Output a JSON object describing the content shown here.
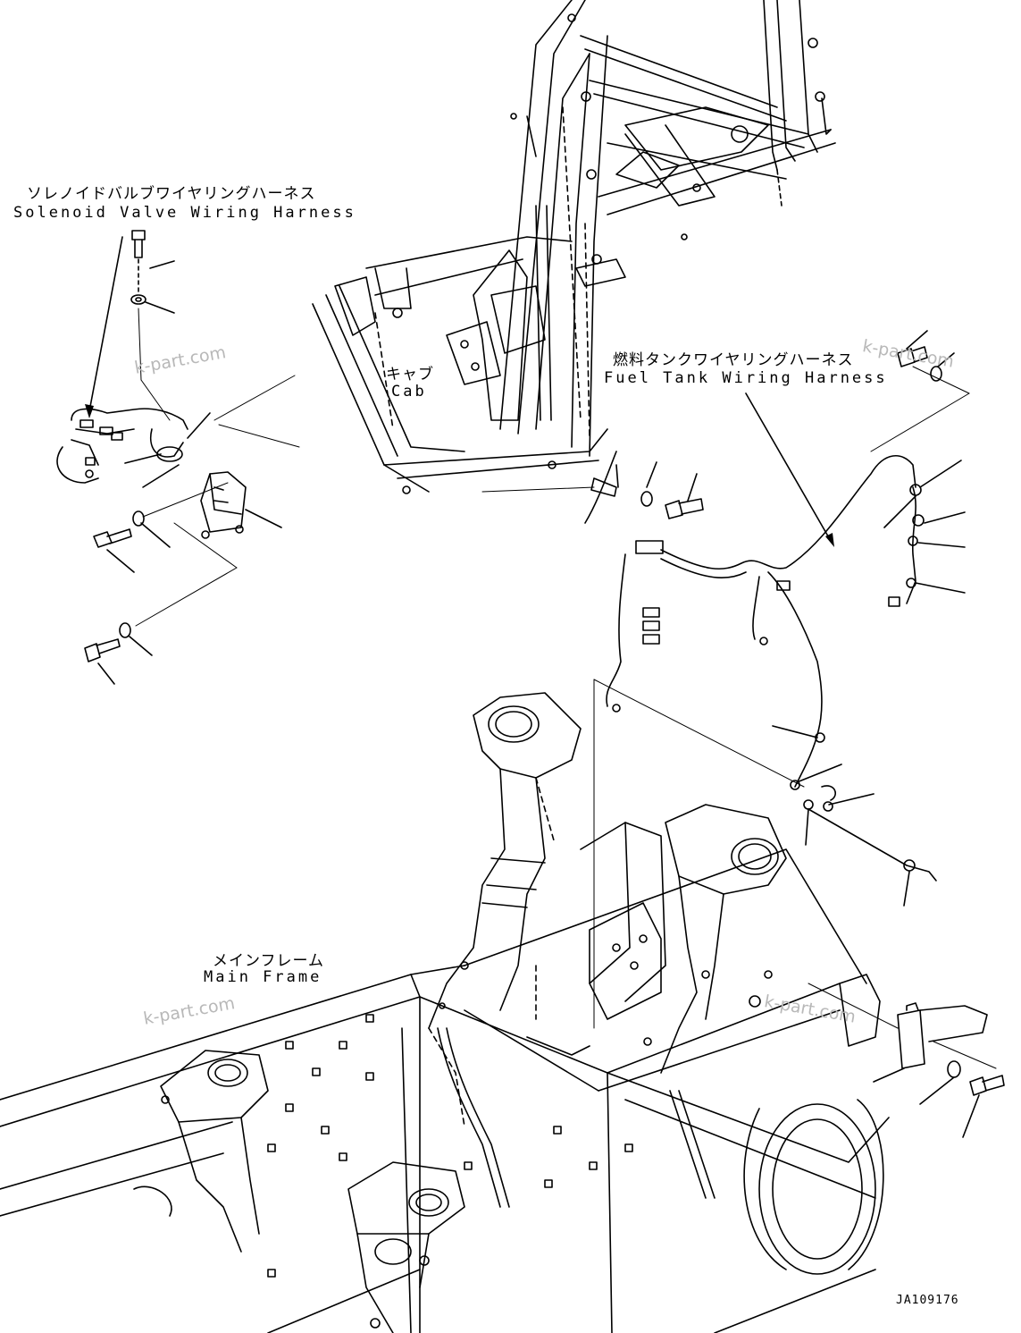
{
  "labels": {
    "solenoid_jp": "ソレノイドバルブワイヤリングハーネス",
    "solenoid_en": "Solenoid Valve Wiring Harness",
    "cab_jp": "キャブ",
    "cab_en": "Cab",
    "fuel_jp": "燃料タンクワイヤリングハーネス",
    "fuel_en": "Fuel Tank Wiring Harness",
    "frame_jp": "メインフレーム",
    "frame_en": "Main Frame"
  },
  "watermark": "k-part.com",
  "drawing_code": "JA109176"
}
